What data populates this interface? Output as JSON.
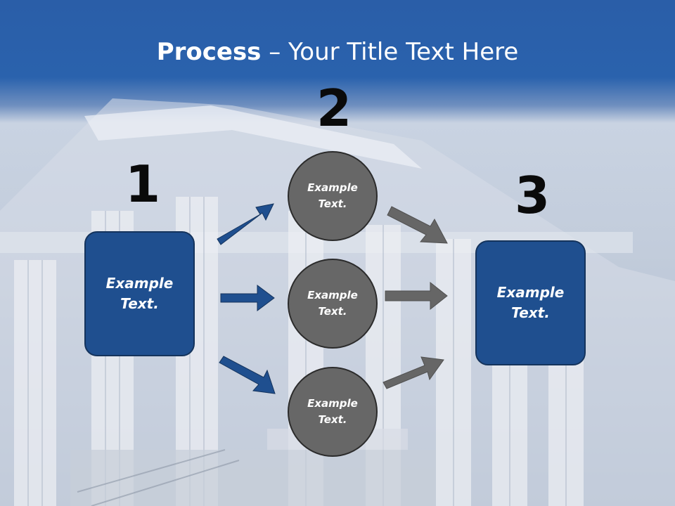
{
  "slide": {
    "title_bold": "Process",
    "title_rest": " – Your Title Text Here",
    "step_numbers": [
      "1",
      "2",
      "3"
    ],
    "left_box_text": "Example\nText.",
    "right_box_text": "Example\nText.",
    "circles": [
      "Example\nText.",
      "Example\nText.",
      "Example\nText."
    ]
  },
  "colors": {
    "header_blue": "#2a5ea8",
    "box_blue": "#1f4f8f",
    "circle_gray": "#676767",
    "arrow_blue": "#1f4f8f",
    "arrow_gray": "#666666"
  },
  "icons": {
    "arrows_blue": [
      "arrow-up-right-icon",
      "arrow-right-icon",
      "arrow-down-right-icon"
    ],
    "arrows_gray": [
      "arrow-down-right-icon",
      "arrow-right-icon",
      "arrow-up-right-icon"
    ]
  }
}
